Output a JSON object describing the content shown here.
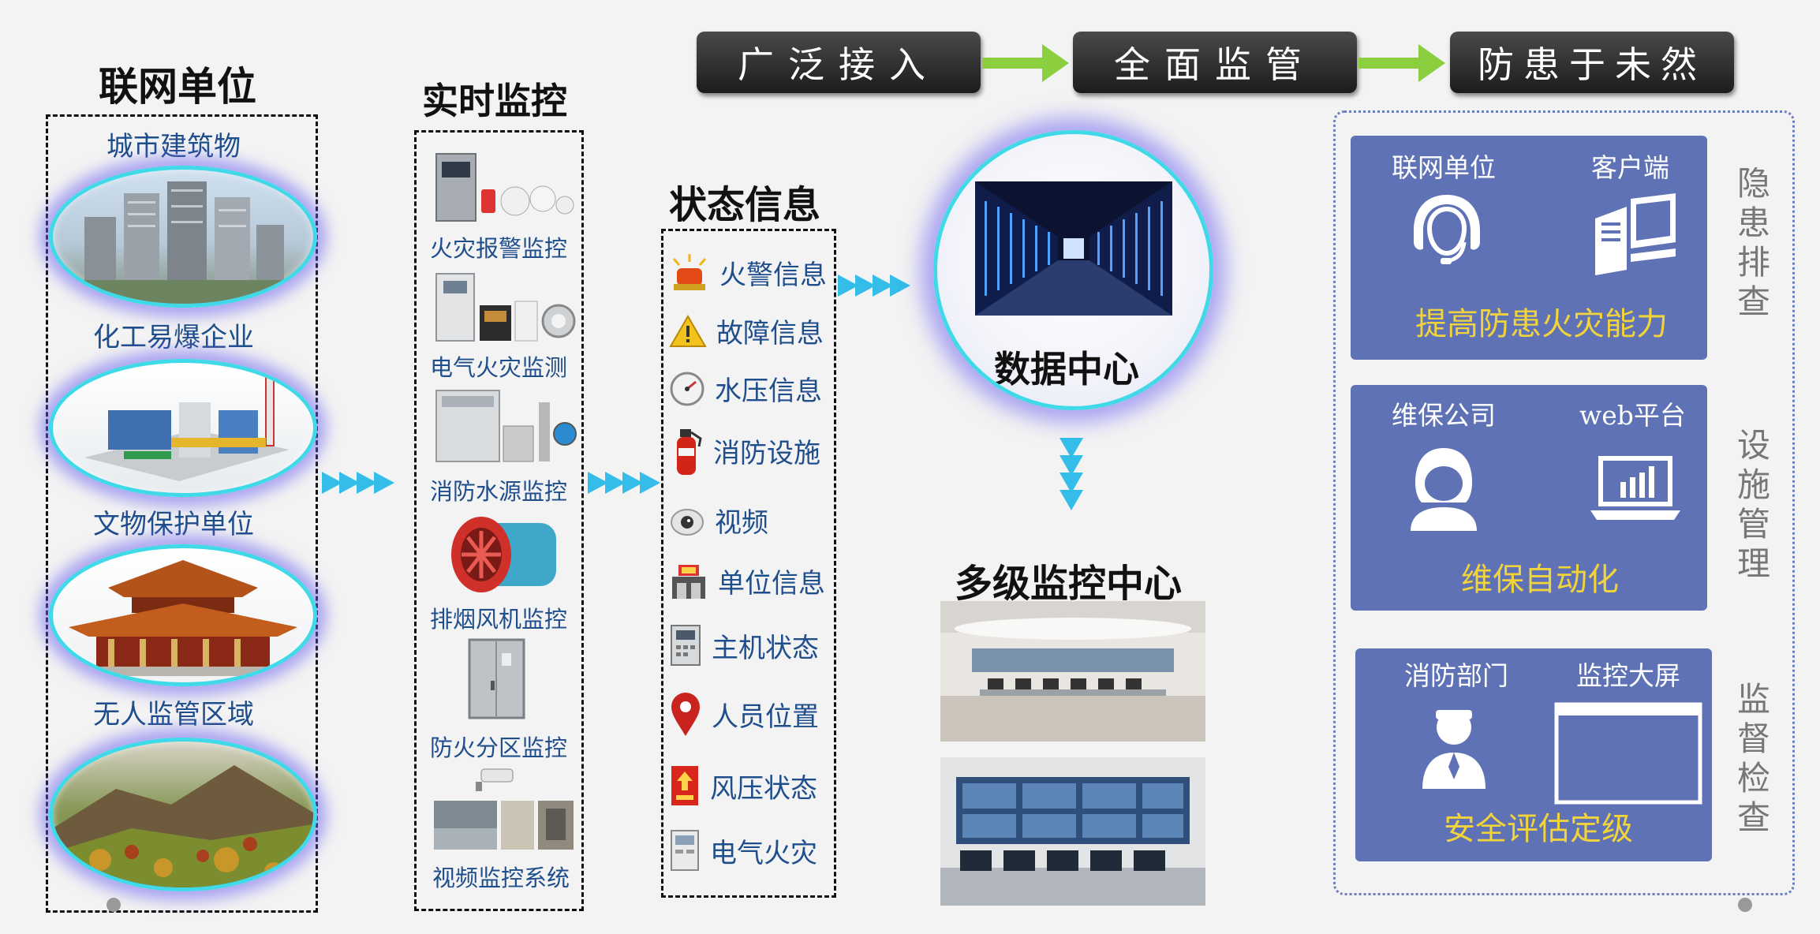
{
  "pipeline": [
    "广泛接入",
    "全面监管",
    "防患于未然"
  ],
  "left": {
    "title": "联网单位",
    "items": [
      "城市建筑物",
      "化工易爆企业",
      "文物保护单位",
      "无人监管区域"
    ]
  },
  "monitor": {
    "title": "实时监控",
    "items": [
      "火灾报警监控",
      "电气火灾监测",
      "消防水源监控",
      "排烟风机监控",
      "防火分区监控",
      "视频监控系统"
    ]
  },
  "status": {
    "title": "状态信息",
    "items": [
      "火警信息",
      "故障信息",
      "水压信息",
      "消防设施",
      "视频",
      "单位信息",
      "主机状态",
      "人员位置",
      "风压状态",
      "电气火灾"
    ]
  },
  "datacenter": {
    "label": "数据中心"
  },
  "multi": {
    "title": "多级监控中心"
  },
  "panels": [
    {
      "left": "联网单位",
      "right": "客户端",
      "bottom": "提高防患火灾能力",
      "side": "隐患排查"
    },
    {
      "left": "维保公司",
      "right": "web平台",
      "bottom": "维保自动化",
      "side": "设施管理"
    },
    {
      "left": "消防部门",
      "right": "监控大屏",
      "bottom": "安全评估定级",
      "side": "监督检查"
    }
  ],
  "colors": {
    "accent_blue": "#5e72b5",
    "arrow_green": "#8ccf3e",
    "chevron_cyan": "#33bde8",
    "highlight_yellow": "#f1d33c"
  }
}
